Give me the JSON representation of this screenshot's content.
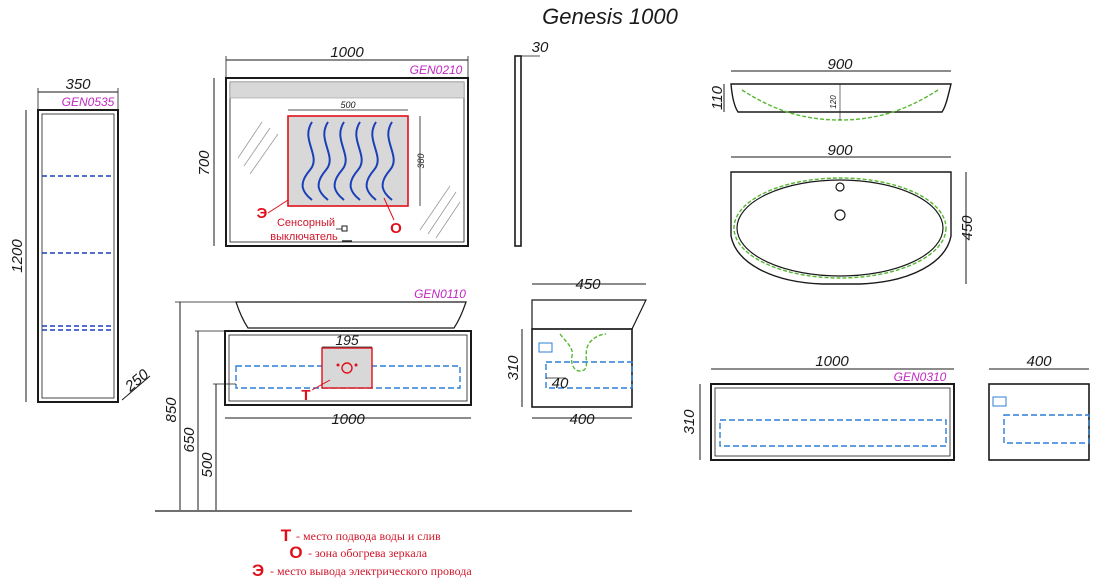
{
  "title": "Genesis 1000",
  "column": {
    "code": "GEN0535",
    "width": "350",
    "height": "1200",
    "depth": "250"
  },
  "mirror": {
    "code": "GEN0210",
    "width": "1000",
    "height": "700",
    "heat_width": "500",
    "heat_height": "380",
    "side_depth": "30",
    "sensor_label_line1": "Сенсорный",
    "sensor_label_line2": "выключатель",
    "marker_e": "Э",
    "marker_o": "О"
  },
  "cabinet": {
    "code": "GEN0110",
    "width": "1000",
    "plumbing_width": "195",
    "marker_t": "Т",
    "height_total": "850",
    "height_top": "650",
    "height_bottom": "500"
  },
  "cabinet_side": {
    "depth_top": "450",
    "height": "310",
    "inner": "40",
    "depth_bottom": "400"
  },
  "basin_front": {
    "width": "900",
    "height": "110",
    "bowl_depth": "120"
  },
  "basin_top": {
    "width": "900",
    "depth": "450"
  },
  "wall_cabinet": {
    "code": "GEN0310",
    "width": "1000",
    "height": "310"
  },
  "wall_cabinet_side": {
    "depth": "400"
  },
  "legend": {
    "items": [
      {
        "mark": "Т",
        "text": "- место подвода воды и слив"
      },
      {
        "mark": "О",
        "text": "- зона обогрева зеркала"
      },
      {
        "mark": "Э",
        "text": "- место вывода электрического провода"
      }
    ]
  },
  "colors": {
    "line": "#1a1a1a",
    "code": "#c227c2",
    "heat_zone": "#d8d8d8",
    "heat_border": "#e0101a",
    "wave": "#1b3fb8",
    "dashed_blue": "#2d7fd6",
    "green_contour": "#57b832",
    "red_marker": "#e0101a"
  }
}
